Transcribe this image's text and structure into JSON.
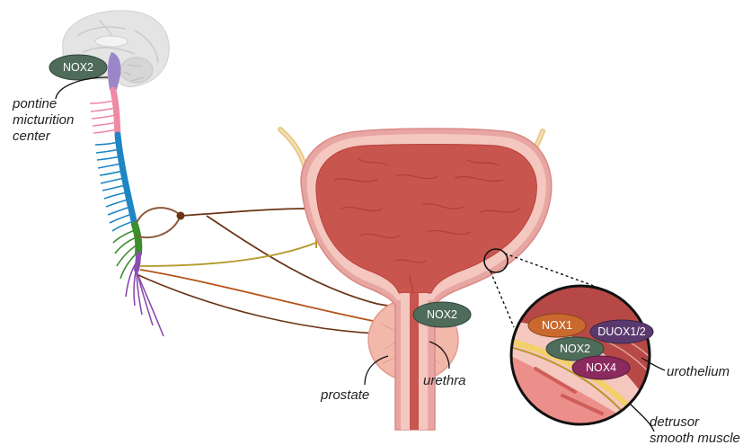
{
  "labels": {
    "pontine_line1": "pontine",
    "pontine_line2": "micturition",
    "pontine_line3": "center",
    "prostate": "prostate",
    "urethra": "urethra",
    "urothelium": "urothelium",
    "detrusor_line1": "detrusor",
    "detrusor_line2": "smooth muscle"
  },
  "enzymes": {
    "brain_nox2": "NOX2",
    "urethra_nox2": "NOX2",
    "inset_nox1": "NOX1",
    "inset_duox": "DUOX1/2",
    "inset_nox2": "NOX2",
    "inset_nox4": "NOX4"
  },
  "colors": {
    "nox2_green": "#4f6b5a",
    "nox1_orange": "#c9692e",
    "duox_purple": "#5a3a6e",
    "nox4_magenta": "#8a2a5e",
    "bladder_wall": "#e39a98",
    "bladder_lumen": "#c9554f",
    "spinal_blue": "#1e86c4",
    "spinal_pink": "#ef8aa6",
    "spinal_green": "#3c8f2e",
    "spinal_purple": "#8a4db0",
    "nerve_brown": "#6b3415",
    "nerve_olive": "#b49a2a",
    "nerve_orange": "#b5541a"
  }
}
